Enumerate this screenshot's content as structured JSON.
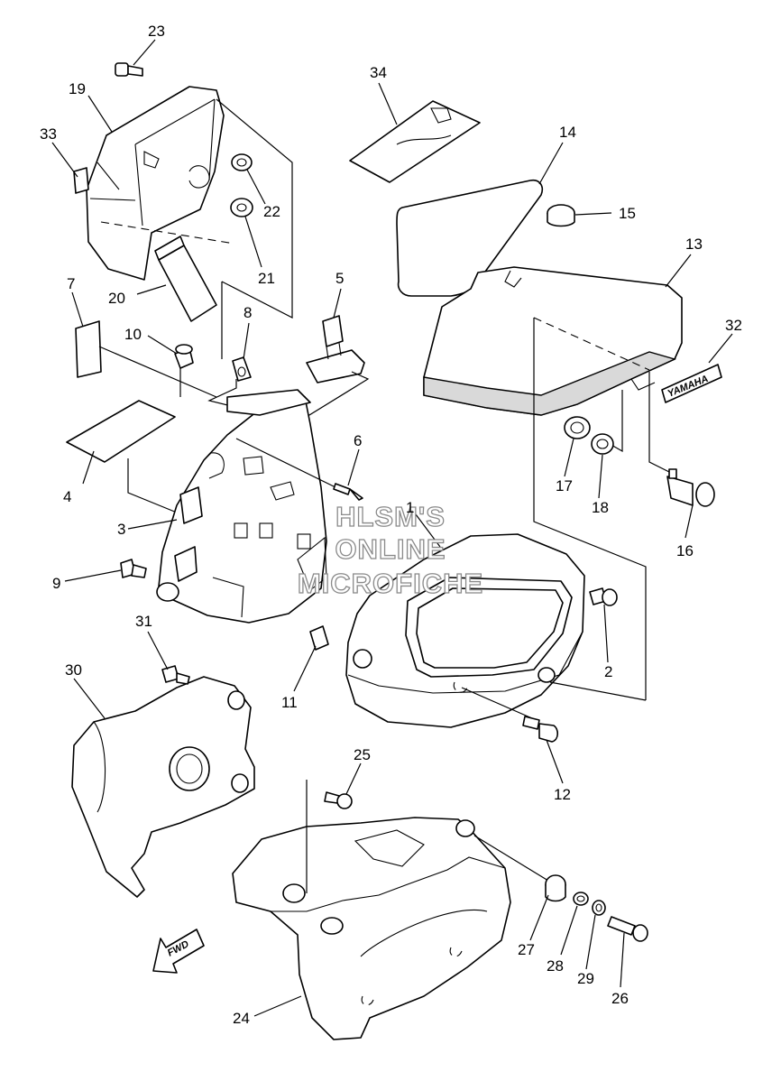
{
  "watermark": {
    "line1": "HLSM'S",
    "line2": "ONLINE",
    "line3": "MICROFICHE"
  },
  "decal_text": "YAMAHA",
  "direction_arrow_text": "FWD",
  "callouts": {
    "p1": "1",
    "p2": "2",
    "p3": "3",
    "p4": "4",
    "p5": "5",
    "p6": "6",
    "p7": "7",
    "p8": "8",
    "p9": "9",
    "p10": "10",
    "p11": "11",
    "p12": "12",
    "p13": "13",
    "p14": "14",
    "p15": "15",
    "p16": "16",
    "p17": "17",
    "p18": "18",
    "p19": "19",
    "p20": "20",
    "p21": "21",
    "p22": "22",
    "p23": "23",
    "p24": "24",
    "p25": "25",
    "p26": "26",
    "p27": "27",
    "p28": "28",
    "p29": "29",
    "p30": "30",
    "p31": "31",
    "p32": "32",
    "p33": "33",
    "p34": "34"
  },
  "colors": {
    "line": "#000000",
    "background": "#ffffff",
    "watermark": "#8a8a8a"
  }
}
